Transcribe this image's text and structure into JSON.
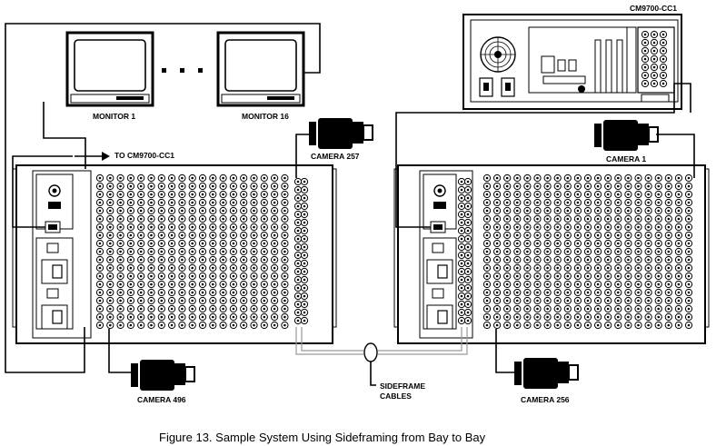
{
  "labels": {
    "monitor_1": "MONITOR 1",
    "monitor_16": "MONITOR 16",
    "to_cm9700": "TO CM9700-CC1",
    "camera_257": "CAMERA 257",
    "camera_1": "CAMERA 1",
    "cm9700_cc1": "CM9700-CC1",
    "camera_496": "CAMERA 496",
    "camera_256": "CAMERA 256",
    "sideframe_line1": "SIDEFRAME",
    "sideframe_line2": "CABLES"
  },
  "caption": "Figure 13.  Sample System Using Sideframing from Bay to Bay",
  "colors": {
    "line": "#000000",
    "sideframe_cable": "#999999",
    "panel": "#ffffff"
  }
}
